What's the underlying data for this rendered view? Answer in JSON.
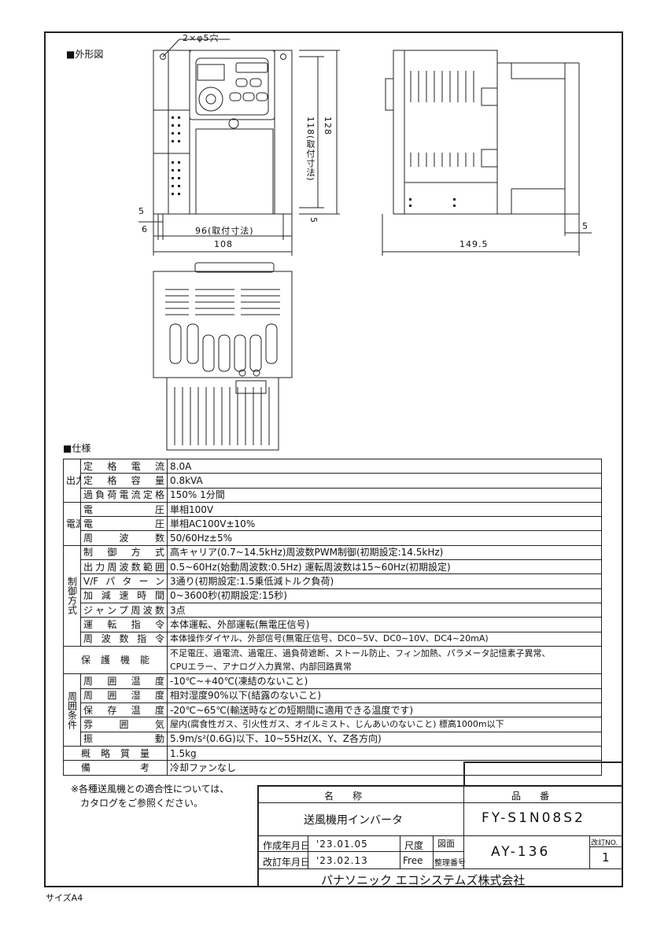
{
  "sections": {
    "outline": "■外形図",
    "spec": "■仕様"
  },
  "dims": {
    "holes": "2×φ5穴",
    "h118": "118(取付寸法)",
    "h128": "128",
    "w96": "96(取付寸法)",
    "w108": "108",
    "d5a": "5",
    "d6": "6",
    "d5b": "5",
    "depth": "149.5",
    "d5c": "5"
  },
  "spec": {
    "groups": {
      "output": "出力",
      "power": "電源",
      "control": "制御方式",
      "env": "周囲条件"
    },
    "rows": [
      {
        "label": "定格電流",
        "value": "8.0A"
      },
      {
        "label": "定格容量",
        "value": "0.8kVA"
      },
      {
        "label": "過負荷電流定格",
        "value": "150% 1分間"
      },
      {
        "label": "電圧",
        "value": "単相100V"
      },
      {
        "label": "電圧",
        "value": "単相AC100V±10%"
      },
      {
        "label": "周波数",
        "value": "50/60Hz±5%"
      },
      {
        "label": "制御方式",
        "value": "高キャリア(0.7~14.5kHz)周波数PWM制御(初期設定:14.5kHz)"
      },
      {
        "label": "出力周波数範囲",
        "value": "0.5~60Hz(始動周波数:0.5Hz) 運転周波数は15~60Hz(初期設定)"
      },
      {
        "label": "V/Fパターン",
        "value": "3通り(初期設定:1.5乗低減トルク負荷)"
      },
      {
        "label": "加減速時間",
        "value": "0~3600秒(初期設定:15秒)"
      },
      {
        "label": "ジャンプ周波数",
        "value": "3点"
      },
      {
        "label": "運転指令",
        "value": "本体運転、外部運転(無電圧信号)"
      },
      {
        "label": "周波数指令",
        "value": "本体操作ダイヤル、外部信号(無電圧信号、DC0~5V、DC0~10V、DC4~20mA)"
      },
      {
        "label": "保護機能",
        "value": "不足電圧、過電流、過電圧、過負荷遮断、ストール防止、フィン加熱、パラメータ記憶素子異常、",
        "value2": "CPUエラー、アナログ入力異常、内部回路異常"
      },
      {
        "label": "周囲温度",
        "value": "-10℃~+40℃(凍結のないこと)"
      },
      {
        "label": "周囲湿度",
        "value": "相対湿度90%以下(結露のないこと)"
      },
      {
        "label": "保存温度",
        "value": "-20℃~65℃(輸送時などの短期間に適用できる温度です)"
      },
      {
        "label": "雰囲気",
        "value": "屋内(腐食性ガス、引火性ガス、オイルミスト、じんあいのないこと) 標高1000m以下"
      },
      {
        "label": "振動",
        "value": "5.9m/s²(0.6G)以下、10~55Hz(X、Y、Z各方向)"
      },
      {
        "label": "概略質量",
        "value": "1.5kg"
      },
      {
        "label": "備考",
        "value": "冷却ファンなし"
      }
    ]
  },
  "note": {
    "line1": "※各種送風機との適合性については、",
    "line2": "カタログをご参照ください。"
  },
  "title_block": {
    "name_header": "名　　称",
    "number_header": "品　　番",
    "name": "送風機用インバータ",
    "number": "FY-S1N08S2",
    "created_label": "作成年月日",
    "created": "'23.01.05",
    "revised_label": "改訂年月日",
    "revised": "'23.02.13",
    "scale_label": "尺度",
    "scale": "Free",
    "drawing_label": "図面",
    "control_label": "整理番号",
    "drawing_no": "AY-136",
    "rev_label": "改訂NO.",
    "rev_no": "1",
    "company": "パナソニック エコシステムズ株式会社"
  },
  "size": "サイズA4"
}
